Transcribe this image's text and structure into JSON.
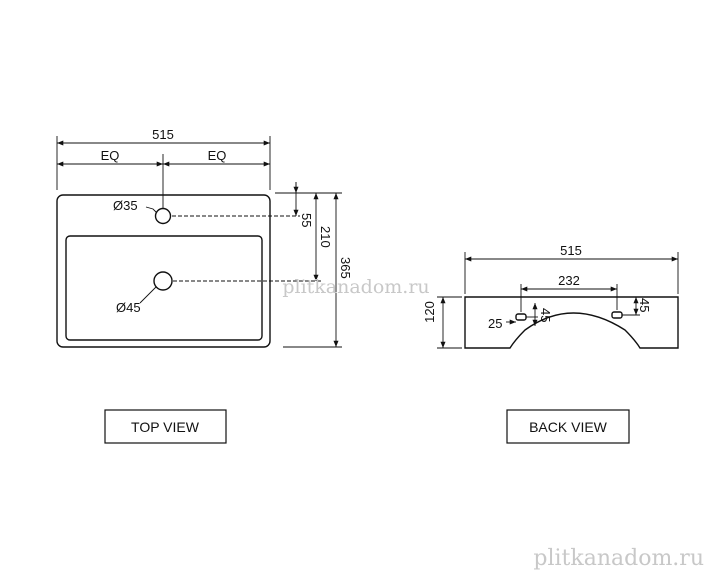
{
  "top_view": {
    "label": "TOP VIEW",
    "overall_width": "515",
    "eq_left": "EQ",
    "eq_right": "EQ",
    "tap_hole": "Ø35",
    "drain_hole": "Ø45",
    "tap_offset": "55",
    "drain_offset": "210",
    "overall_depth": "365"
  },
  "back_view": {
    "label": "BACK VIEW",
    "overall_width": "515",
    "hole_spacing": "232",
    "height": "120",
    "left_hole_offset": "25",
    "left_hole_size": "45",
    "right_hole_size": "45"
  },
  "watermark": {
    "center": "plitkanadom.ru",
    "bottom": "plitkanadom.ru"
  },
  "colors": {
    "line": "#111111",
    "watermark": "#c8c8c8"
  }
}
